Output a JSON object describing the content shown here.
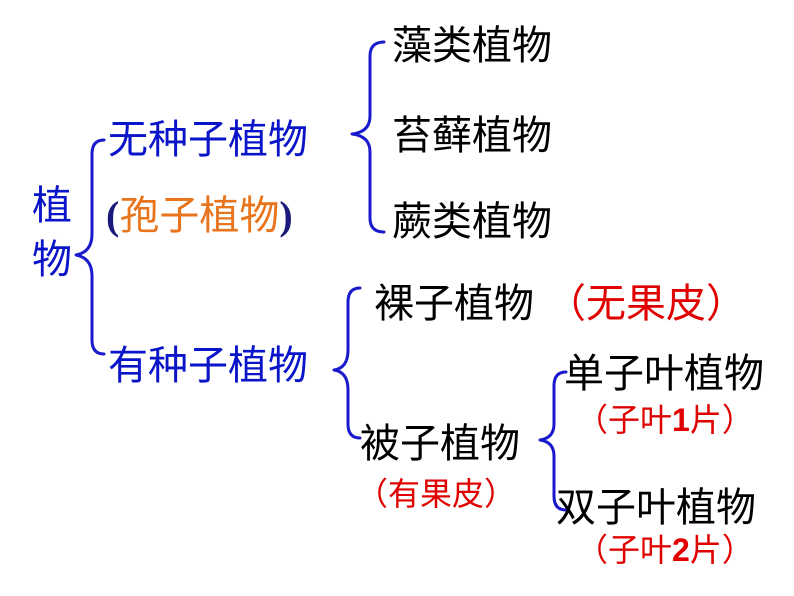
{
  "root": {
    "line1": "植",
    "line2": "物"
  },
  "no_seed": {
    "label": "无种子植物",
    "alt_open": "(",
    "alt_text": "孢子植物",
    "alt_close": ")",
    "children": [
      "藻类植物",
      "苔藓植物",
      "蕨类植物"
    ]
  },
  "seed": {
    "label": "有种子植物",
    "gymno": {
      "label": "裸子植物",
      "note": "（无果皮）"
    },
    "angio": {
      "label": "被子植物",
      "note": "（有果皮）",
      "mono": {
        "label": "单子叶植物",
        "note_pre": "（子叶",
        "note_num": "1",
        "note_post": "片）"
      },
      "di": {
        "label": "双子叶植物",
        "note_pre": "（子叶",
        "note_num": "2",
        "note_post": "片）"
      }
    }
  },
  "colors": {
    "blue": "#0a14c8",
    "bracket": "#1a1acc",
    "orange": "#e8741c",
    "red": "#e00000",
    "black": "#000000"
  }
}
